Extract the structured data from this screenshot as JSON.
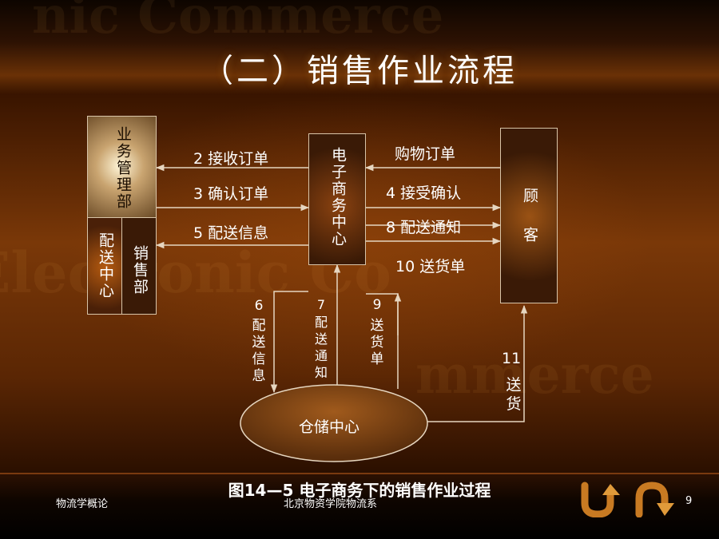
{
  "slide": {
    "title": "（二）销售作业流程",
    "caption": "图14—5 电子商务下的销售作业过程",
    "footer_left": "物流学概论",
    "footer_center": "北京物资学院物流系",
    "page_number": "9"
  },
  "nodes": {
    "business_dept": "业务管理部",
    "distribution_center_unit": "配送中心",
    "sales_dept": "销售部",
    "ecommerce_center": "电子商务中心",
    "customer": "顾客",
    "warehouse": "仓储中心"
  },
  "flows": {
    "purchase_order": "购物订单",
    "f2": "2 接收订单",
    "f3": "3 确认订单",
    "f4": "4 接受确认",
    "f5": "5 配送信息",
    "f8": "8 配送通知",
    "f10": "10 送货单",
    "f6_num": "6",
    "f6_text": "配送信息",
    "f7_num": "7",
    "f7_text": "配送通知",
    "f9_num": "9",
    "f9_text": "送货单",
    "f11_num": "11",
    "f11_text": "送货"
  },
  "colors": {
    "box_fill": "#3a1a06",
    "box_top_fill": "#5a3a18",
    "line": "#e6d6c0",
    "ellipse_fill": "#6a3a12"
  },
  "icons": [
    "u-turn-arrow-icon",
    "curved-arrow-icon"
  ]
}
